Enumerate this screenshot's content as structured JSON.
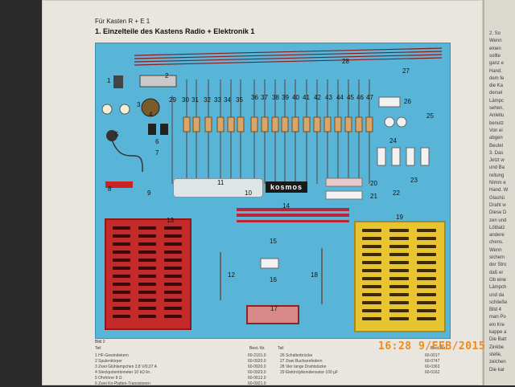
{
  "page": {
    "header_small": "Für Kasten R + E 1",
    "title": "1. Einzelteile des Kastens Radio + Elektronik 1",
    "bild_label": "Bild 2",
    "parts_headers": [
      "Teil",
      "Best.-Nr.",
      "Teil",
      "Best.-Nr."
    ],
    "parts_left": [
      "1 HF-Gewindekern",
      "2 Spulenkörper",
      "3 Zwei Glühlampchen 3,8 V/0,07 A",
      "4 Steckpotentiometer 10 kΩ lin.",
      "5 Ohrhörer 8 Ω",
      "6 Zwei Kn-Platten-Transistoren"
    ],
    "parts_left_nums": [
      "60-2101.0",
      "60-0920.0",
      "60-0920.0",
      "60-0923.0",
      "60-0612.0",
      "60-0921.0"
    ],
    "parts_right": [
      "26 Schalterbrücke",
      "27 Zwei Buchsenfedern",
      "28 Vier lange Drahtstücke",
      "29 Elektrolytkondensator 100 µF"
    ],
    "parts_right_nums": [
      "60-0017",
      "60-0747",
      "60-0363",
      "60-0162"
    ],
    "stamp": "16:28  9/FEB/2015",
    "kosmos_label": "kosmos"
  },
  "right_page": {
    "lines": [
      "2. So",
      "Wenn",
      "einen",
      "sollte",
      "ganz e",
      "Hand.",
      "dem fe",
      "die Ka",
      "dersel",
      "Lämpc",
      "sehen,",
      "Anleitu",
      "benutz",
      "Von ei",
      "abgen",
      "Beutel",
      "3. Das",
      "Jetzt w",
      "und Ba",
      "reitung",
      "Nimm e",
      "Hand. W",
      "Glashü",
      "Draht w",
      "Diese D",
      "zen und",
      "Lötbatz",
      "andere",
      "chens.",
      "Wenn",
      "sichern",
      "der Stro",
      "daß er",
      "Ob eine",
      "Lämpch",
      "und da",
      "schließe",
      "Bild 4",
      "man Po",
      "ein Kre",
      "kappe a",
      "Die Batt",
      "Zinkbe",
      "stelle,",
      "zeichen",
      "Die kat"
    ]
  },
  "plate_numbers": [
    "1",
    "2",
    "3",
    "4",
    "5",
    "6",
    "7",
    "8",
    "9",
    "10",
    "11",
    "12",
    "13",
    "14",
    "15",
    "16",
    "17",
    "18",
    "19",
    "20",
    "21",
    "22",
    "23",
    "24",
    "25",
    "26",
    "27",
    "28",
    "29",
    "30",
    "31",
    "32",
    "33",
    "34",
    "35",
    "36",
    "37",
    "38",
    "39",
    "40",
    "41",
    "42",
    "43",
    "44",
    "45",
    "46",
    "47"
  ],
  "colors": {
    "plate_blue": "#59b5d8",
    "panel_red": "#c42a2a",
    "panel_yellow": "#e8c430",
    "stamp_orange": "#f08a1a",
    "paper": "#e9e6df"
  }
}
